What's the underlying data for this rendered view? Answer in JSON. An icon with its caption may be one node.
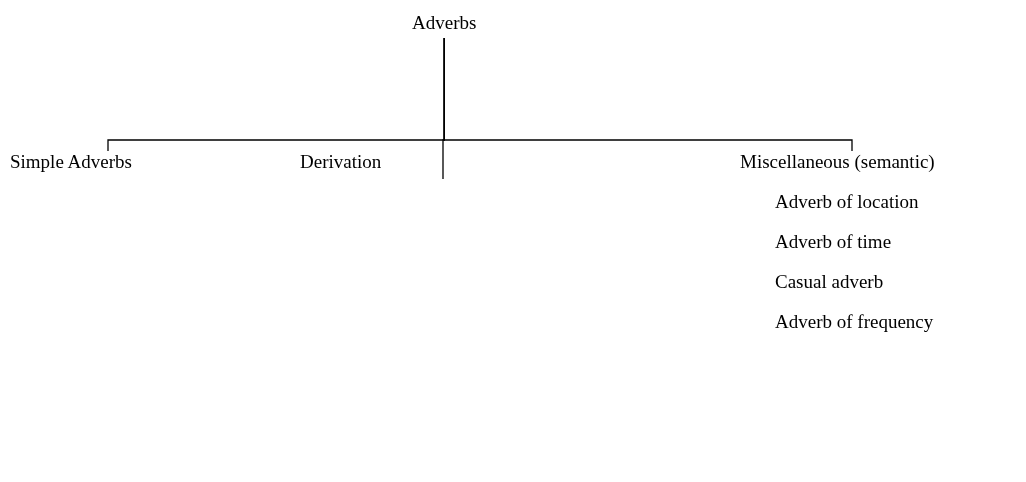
{
  "diagram": {
    "nodes": [
      {
        "text": [
          "Adverbs"
        ]
      },
      {
        "text": [
          "Simple Adverbs"
        ]
      },
      {
        "text": [
          "Derivation"
        ]
      },
      {
        "text": [
          "Miscellaneous (semantic)"
        ]
      }
    ],
    "edges": [
      {
        "from": 0,
        "to": 1,
        "arrow": "none"
      },
      {
        "from": 0,
        "to": 2,
        "arrow": "none"
      },
      {
        "from": 0,
        "to": 3,
        "arrow": "none"
      }
    ],
    "labels": [
      "Adverb of location",
      "Adverb of time",
      "Casual adverb",
      "Adverb of frequency"
    ]
  }
}
